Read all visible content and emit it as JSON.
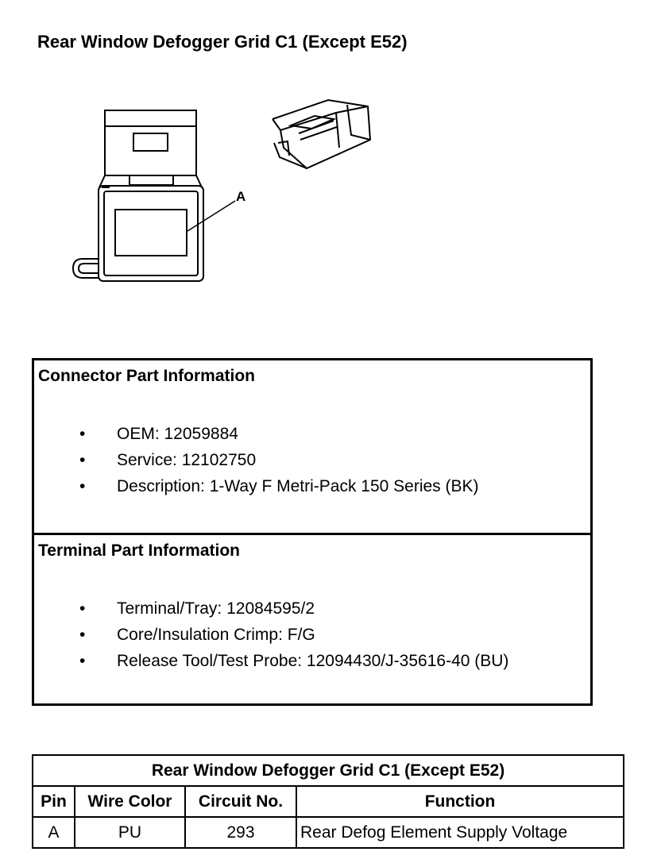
{
  "page": {
    "title": "Rear Window Defogger Grid C1 (Except E52)"
  },
  "illustration": {
    "callout_label": "A"
  },
  "connector_info": {
    "heading": "Connector Part Information",
    "items": [
      "OEM: 12059884",
      "Service: 12102750",
      "Description: 1-Way F Metri-Pack 150 Series (BK)"
    ]
  },
  "terminal_info": {
    "heading": "Terminal Part Information",
    "items": [
      "Terminal/Tray: 12084595/2",
      "Core/Insulation Crimp: F/G",
      "Release Tool/Test Probe: 12094430/J-35616-40 (BU)"
    ]
  },
  "bullet_glyph": "•",
  "pin_table": {
    "title": "Rear Window Defogger Grid C1 (Except E52)",
    "headers": [
      "Pin",
      "Wire Color",
      "Circuit No.",
      "Function"
    ],
    "rows": [
      [
        "A",
        "PU",
        "293",
        "Rear Defog Element Supply Voltage"
      ]
    ]
  }
}
